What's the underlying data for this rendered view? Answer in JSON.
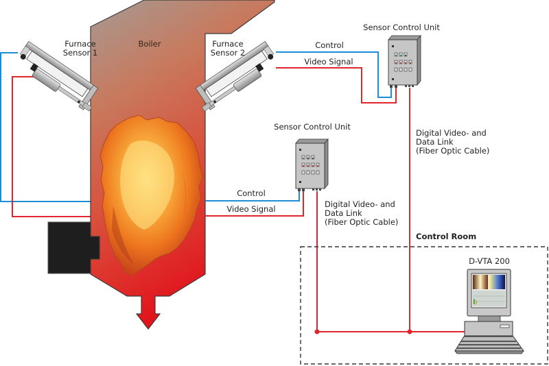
{
  "diagram": {
    "title": "Furnace flame monitoring system",
    "labels": {
      "boiler": "Boiler",
      "sensor1": [
        "Furnace",
        "Sensor 1"
      ],
      "sensor2": [
        "Furnace",
        "Sensor 2"
      ],
      "scu_top": "Sensor Control Unit",
      "scu_mid": "Sensor Control Unit",
      "control_top": "Control",
      "video_top": "Video Signal",
      "control_mid": "Control",
      "video_mid": "Video Signal",
      "link_right": [
        "Digital Video- and",
        "Data Link",
        "(Fiber Optic Cable)"
      ],
      "link_mid": [
        "Digital Video- and",
        "Data Link",
        "(Fiber Optic Cable)"
      ],
      "control_room": "Control Room",
      "workstation": "D-VTA 200"
    },
    "colors": {
      "control_line": "#1a8fd6",
      "video_line": "#e0262c",
      "fiber_line": "#e0262c",
      "boiler_top": "#a9958a",
      "boiler_bottom": "#e2101a",
      "burner": "#1e1e1e",
      "housing": "#b9b9b9"
    },
    "components": [
      {
        "id": "furnace-sensor-1",
        "type": "sensor"
      },
      {
        "id": "furnace-sensor-2",
        "type": "sensor"
      },
      {
        "id": "sensor-control-unit-top",
        "type": "control-unit"
      },
      {
        "id": "sensor-control-unit-mid",
        "type": "control-unit"
      },
      {
        "id": "d-vta-200",
        "type": "workstation"
      }
    ]
  }
}
